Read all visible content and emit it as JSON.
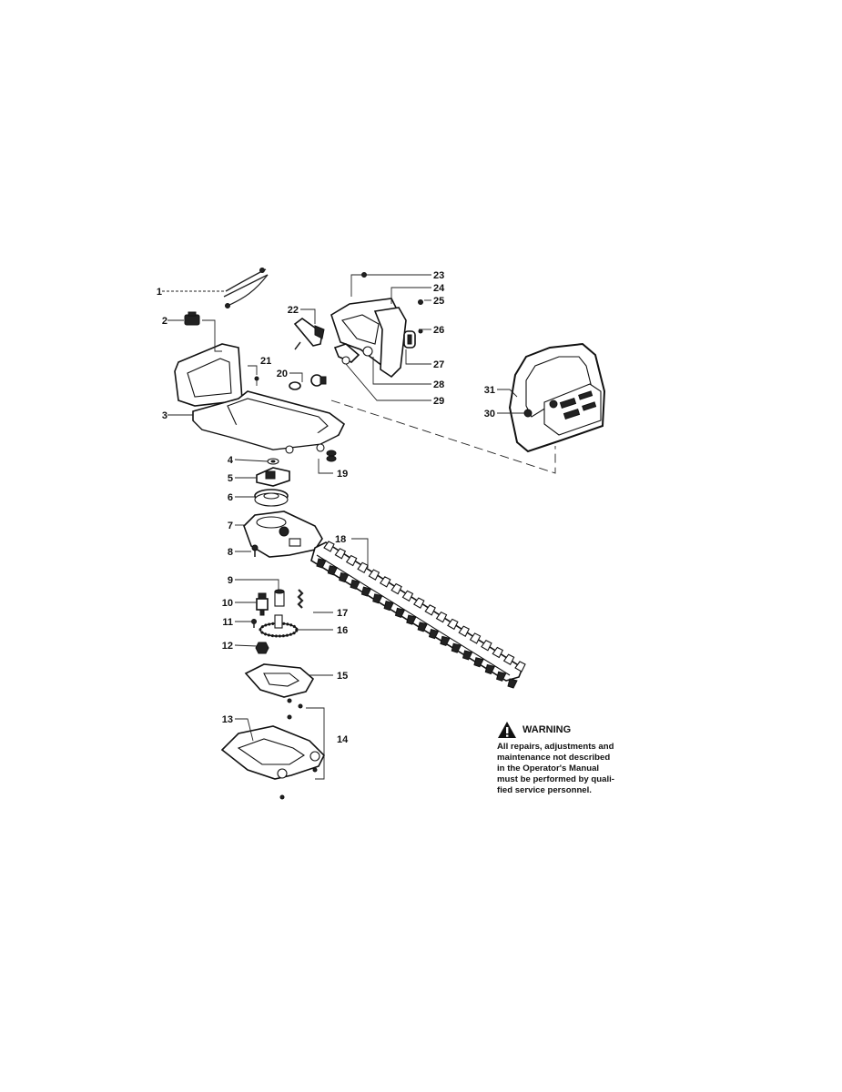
{
  "callouts": [
    "1",
    "2",
    "3",
    "4",
    "5",
    "6",
    "7",
    "8",
    "9",
    "10",
    "11",
    "12",
    "13",
    "14",
    "15",
    "16",
    "17",
    "18",
    "19",
    "20",
    "21",
    "22",
    "23",
    "24",
    "25",
    "26",
    "27",
    "28",
    "29",
    "30",
    "31"
  ],
  "warning": {
    "title": "WARNING",
    "lines": [
      "All repairs, adjustments and",
      "maintenance not described",
      "in the Operator's Manual",
      "must be performed by quali-",
      "fied service personnel."
    ]
  }
}
